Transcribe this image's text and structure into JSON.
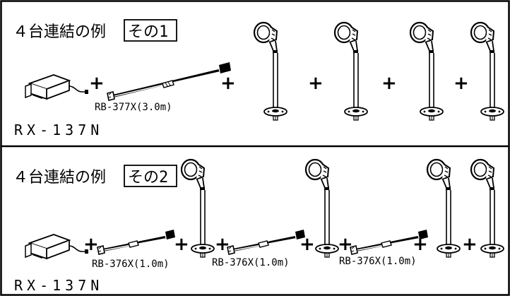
{
  "example1": {
    "title": "４台連結の例",
    "badge": "その1",
    "power_unit_label": "RX-137N",
    "cable_label": "RB-377X(3.0m)"
  },
  "example2": {
    "title": "４台連結の例",
    "badge": "その2",
    "power_unit_label": "RX-137N",
    "cable_labels": [
      "RB-376X(1.0m)",
      "RB-376X(1.0m)",
      "RB-376X(1.0m)"
    ]
  },
  "plus_sign": "+"
}
